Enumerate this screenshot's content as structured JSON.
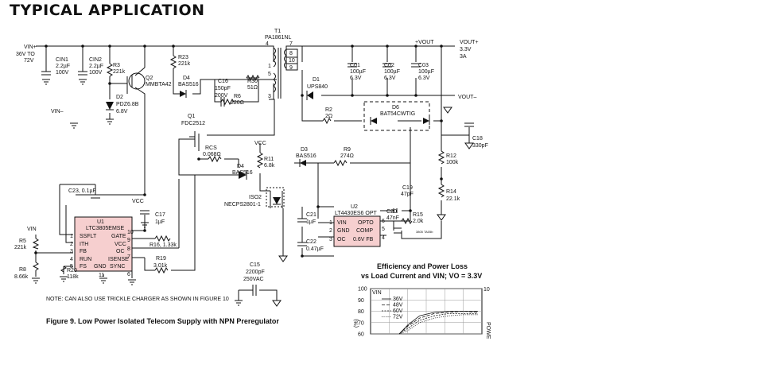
{
  "page": {
    "title": "TYPICAL APPLICATION"
  },
  "figure": {
    "caption": "Figure 9. Low Power Isolated Telecom Supply with NPN Preregulator",
    "note": "NOTE: CAN ALSO USE TRICKLE CHARGER AS SHOWN IN FIGURE 10"
  },
  "schematic": {
    "vin_plus": "VIN+",
    "vin_range_1": "36V TO",
    "vin_range_2": "72V",
    "vin_minus": "VIN–",
    "cin1": [
      "CIN1",
      "2.2µF",
      "100V"
    ],
    "cin2": [
      "CIN2",
      "2.2µF",
      "100V"
    ],
    "r3": [
      "R3",
      "221k"
    ],
    "q2": [
      "Q2",
      "MMBTA42"
    ],
    "r23": [
      "R23",
      "221k"
    ],
    "d2": [
      "D2",
      "PDZ6.8B",
      "6.8V"
    ],
    "d4a": [
      "D4",
      "BAS516"
    ],
    "c16": [
      "C16",
      "150pF",
      "200V"
    ],
    "r6": [
      "R6",
      "220Ω"
    ],
    "r30": [
      "R30",
      "51Ω"
    ],
    "t1": [
      "T1",
      "PA1861NL"
    ],
    "t1_pins": [
      "4",
      "1",
      "5",
      "3",
      "7",
      "8",
      "10",
      "9"
    ],
    "q1": [
      "Q1",
      "FDC2512"
    ],
    "rcs": [
      "RCS",
      "0.068Ω"
    ],
    "d4b": [
      "D4",
      "BAS516"
    ],
    "vcc": "VCC",
    "r11": [
      "R11",
      "6.8k"
    ],
    "iso2": [
      "ISO2",
      "NECPS2801-1"
    ],
    "d1": [
      "D1",
      "UPS840"
    ],
    "c01": [
      "C01",
      "100µF",
      "6.3V"
    ],
    "c02": [
      "C02",
      "100µF",
      "6.3V"
    ],
    "c03": [
      "C03",
      "100µF",
      "6.3V"
    ],
    "vout_node": "+VOUT",
    "vout_plus": "VOUT+",
    "vout_v": "3.3V",
    "vout_a": "3A",
    "vout_minus": "VOUT–",
    "r2": [
      "R2",
      "2Ω"
    ],
    "d6": [
      "D6",
      "BAT54CWTIG"
    ],
    "c18": [
      "C18",
      "330pF"
    ],
    "r12": [
      "R12",
      "100k"
    ],
    "r14": [
      "R14",
      "22.1k"
    ],
    "d3": [
      "D3",
      "BAS516"
    ],
    "r9": [
      "R9",
      "274Ω"
    ],
    "c19": [
      "C19",
      "47pF"
    ],
    "c20": [
      "C20",
      "47nF"
    ],
    "r15": [
      "R15",
      "2.0k"
    ],
    "c21": [
      "C21",
      "1µF"
    ],
    "c22": [
      "C22",
      "0.47µF"
    ],
    "u2": {
      "ref": "U2",
      "part": "LT4430ES6 OPT",
      "pins_left": [
        "VIN",
        "GND",
        "OC"
      ],
      "pins_right": [
        "OPTO",
        "COMP",
        "0.6V FB"
      ],
      "pin_nums": [
        "1",
        "2",
        "3",
        "6",
        "5",
        "4"
      ]
    },
    "u1": {
      "ref": "U1",
      "part": "LTC3805EMSE",
      "pins_left": [
        "SSFLT",
        "ITH",
        "FB",
        "RUN",
        "FS"
      ],
      "pins_right": [
        "GATE",
        "VCC",
        "OC",
        "ISENSE",
        "SYNC"
      ],
      "bottom": [
        "GND",
        "11"
      ],
      "pin_nums_left": [
        "1",
        "2",
        "3",
        "4",
        "5"
      ],
      "pin_nums_right": [
        "10",
        "9",
        "8",
        "7",
        "6"
      ]
    },
    "c23": [
      "C23, 0.1µF"
    ],
    "c17": [
      "C17",
      "1µF"
    ],
    "vin_u1": "VIN",
    "r5": [
      "R5",
      "221k"
    ],
    "r8": [
      "R8",
      "8.66k"
    ],
    "r20": [
      "R20",
      "118k"
    ],
    "r16": [
      "R16, 1.33k"
    ],
    "r19": [
      "R19",
      "3.01k"
    ],
    "c15": [
      "C15",
      "2200pF",
      "250VAC"
    ],
    "tiny_code": "3805 TA05b"
  },
  "efficiency_chart": {
    "title_1": "Efficiency and Power Loss",
    "title_2": "vs Load Current and VIN; VO = 3.3V",
    "y_left_ticks": [
      "100",
      "90",
      "80",
      "70",
      "60"
    ],
    "y_left_label": "(%)",
    "y_right_top": "10",
    "y_right_label": "POWE",
    "vin_label": "VIN",
    "legend": [
      "36V",
      "48V",
      "60V",
      "72V"
    ]
  },
  "chart_data": {
    "type": "line",
    "title": "Efficiency and Power Loss vs Load Current and VIN; VO = 3.3V",
    "ylabel": "(%)",
    "ylim": [
      60,
      100
    ],
    "grid": true,
    "legend_position": "top-left",
    "series": [
      {
        "name": "36V",
        "x": [
          0.3,
          0.6,
          1.0,
          1.5,
          2.0,
          2.5,
          3.0
        ],
        "values": [
          60,
          68,
          76,
          79,
          80,
          80,
          80
        ]
      },
      {
        "name": "48V",
        "x": [
          0.3,
          0.6,
          1.0,
          1.5,
          2.0,
          2.5,
          3.0
        ],
        "values": [
          60,
          67,
          74,
          78,
          79,
          80,
          79
        ]
      },
      {
        "name": "60V",
        "x": [
          0.3,
          0.6,
          1.0,
          1.5,
          2.0,
          2.5,
          3.0
        ],
        "values": [
          60,
          65,
          72,
          76,
          78,
          78,
          78
        ]
      },
      {
        "name": "72V",
        "x": [
          0.3,
          0.6,
          1.0,
          1.5,
          2.0,
          2.5,
          3.0
        ],
        "values": [
          60,
          63,
          70,
          74,
          76,
          77,
          77
        ]
      }
    ]
  }
}
